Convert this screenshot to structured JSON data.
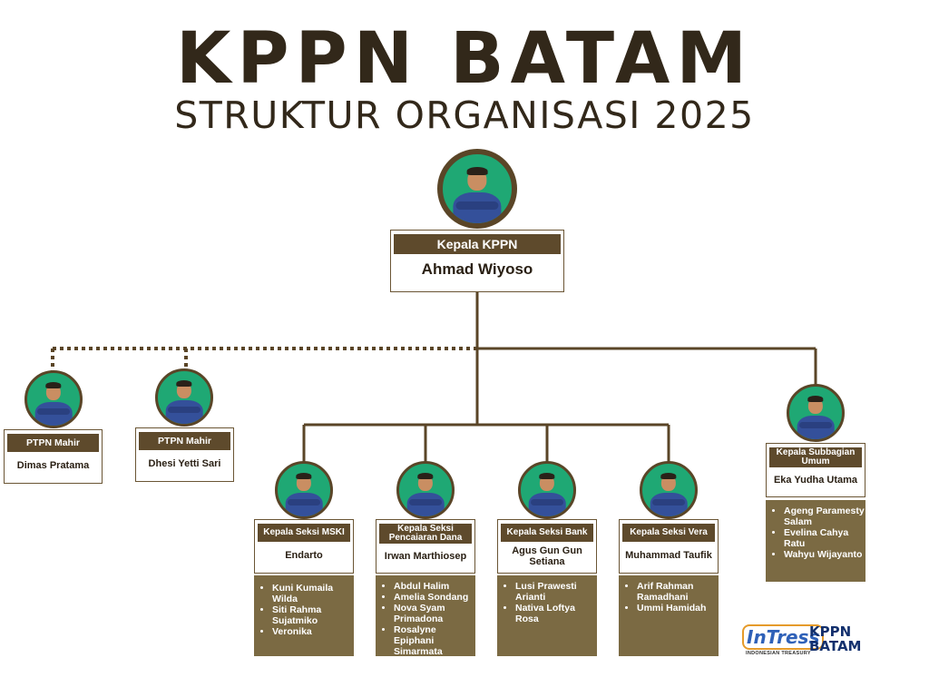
{
  "header": {
    "title": "KPPN BATAM",
    "subtitle": "STRUKTUR ORGANISASI 2025"
  },
  "colors": {
    "brown_dark": "#5e4a2c",
    "brown_staff": "#7b6a43",
    "photo_bg": "#1fa874",
    "line": "#5a4527"
  },
  "head": {
    "role": "Kepala KPPN",
    "name": "Ahmad Wiyoso"
  },
  "ptpn": [
    {
      "role": "PTPN Mahir",
      "name": "Dimas Pratama"
    },
    {
      "role": "PTPN Mahir",
      "name": "Dhesi Yetti Sari"
    }
  ],
  "sections": [
    {
      "role": "Kepala Seksi MSKI",
      "name": "Endarto",
      "staff": [
        "Kuni Kumaila Wilda",
        "Siti Rahma Sujatmiko",
        "Veronika"
      ]
    },
    {
      "role": "Kepala Seksi Pencaiaran Dana",
      "name": "Irwan Marthiosep",
      "staff": [
        "Abdul Halim",
        "Amelia Sondang",
        "Nova Syam Primadona",
        "Rosalyne Epiphani Simarmata"
      ]
    },
    {
      "role": "Kepala Seksi Bank",
      "name": "Agus Gun Gun Setiana",
      "staff": [
        "Lusi Prawesti Arianti",
        "Nativa Loftya Rosa"
      ]
    },
    {
      "role": "Kepala Seksi Vera",
      "name": "Muhammad Taufik",
      "staff": [
        "Arif Rahman Ramadhani",
        "Ummi Hamidah"
      ]
    }
  ],
  "subbag": {
    "role": "Kepala Subbagian Umum",
    "name": "Eka Yudha Utama",
    "staff": [
      "Ageng Paramesty Salam",
      "Evelina Cahya Ratu",
      "Wahyu Wijayanto"
    ]
  },
  "logo": {
    "intress": "InTress",
    "intress_tagline": "INDONESIAN TREASURY",
    "kppn_line1": "KPPN",
    "kppn_line2": "BATAM"
  }
}
